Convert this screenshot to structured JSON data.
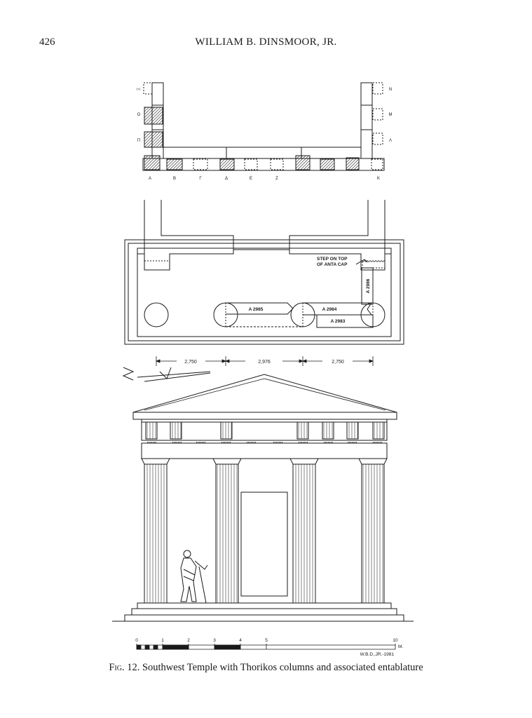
{
  "header": {
    "page_number": "426",
    "author": "WILLIAM B. DINSMOOR, JR."
  },
  "plan_upper": {
    "column_labels": [
      "A",
      "B",
      "Γ",
      "Δ",
      "E",
      "Z",
      "K"
    ],
    "left_labels": [
      "Ξ",
      "O",
      "Π"
    ],
    "right_labels": [
      "N",
      "M",
      "Λ"
    ]
  },
  "plan_lower": {
    "note_line1": "STEP ON TOP",
    "note_line2": "OF ANTA CAP",
    "blocks": [
      "A 2985",
      "A 2984",
      "A 2983",
      "A 2986"
    ]
  },
  "dimensions": [
    "2,750",
    "2,976",
    "2,750"
  ],
  "scale": {
    "ticks": [
      "0",
      "1",
      "2",
      "3",
      "4",
      "5",
      "10"
    ],
    "unit": "M.",
    "signature": "W.B.D.,JR.-1981"
  },
  "caption": {
    "fig": "Fig.",
    "text": " 12. Southwest Temple with Thorikos columns and associated entablature"
  }
}
